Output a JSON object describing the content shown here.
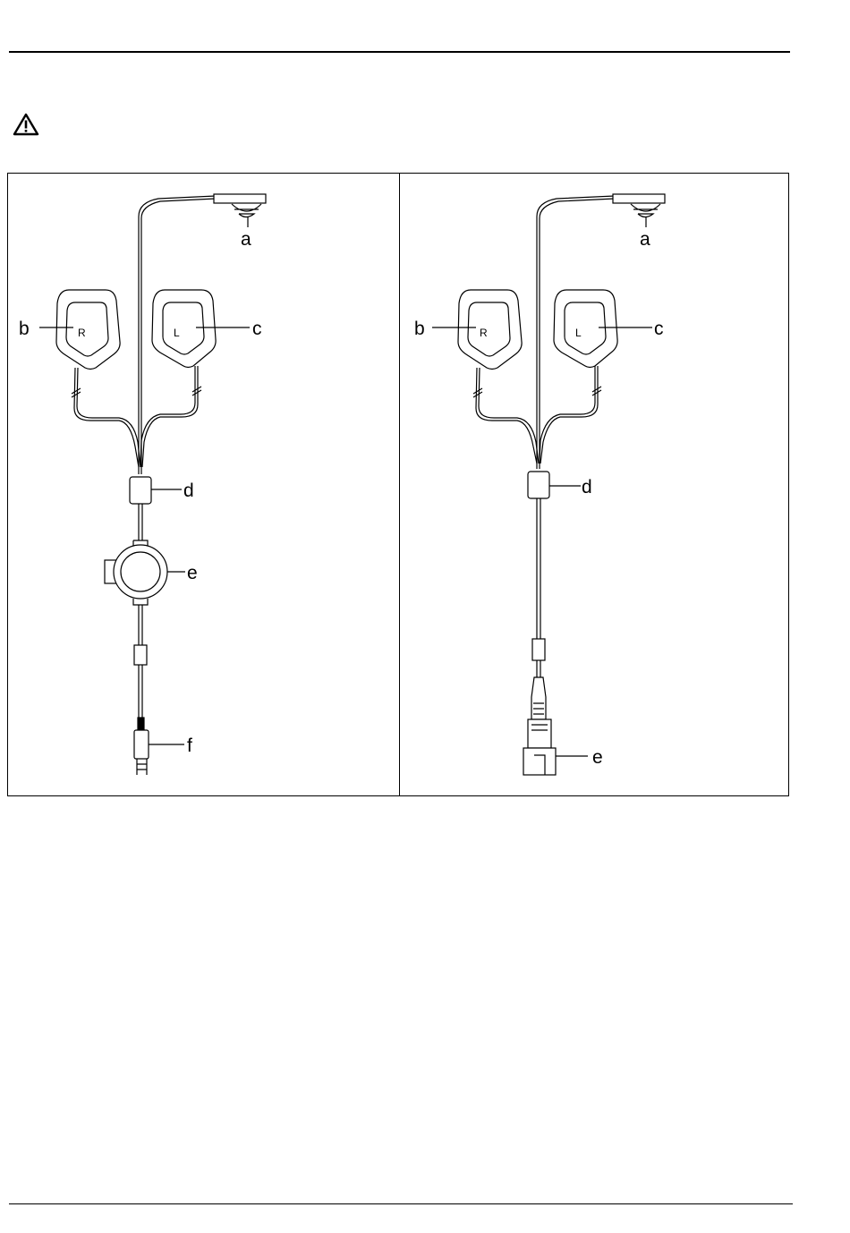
{
  "warning_icon": "warning-triangle-icon",
  "left_figure": {
    "callouts": {
      "a": "a",
      "b": "b",
      "c": "c",
      "d": "d",
      "e": "e",
      "f": "f"
    },
    "pad_right": "R",
    "pad_left": "L"
  },
  "right_figure": {
    "callouts": {
      "a": "a",
      "b": "b",
      "c": "c",
      "d": "d",
      "e": "e"
    },
    "pad_right": "R",
    "pad_left": "L"
  }
}
